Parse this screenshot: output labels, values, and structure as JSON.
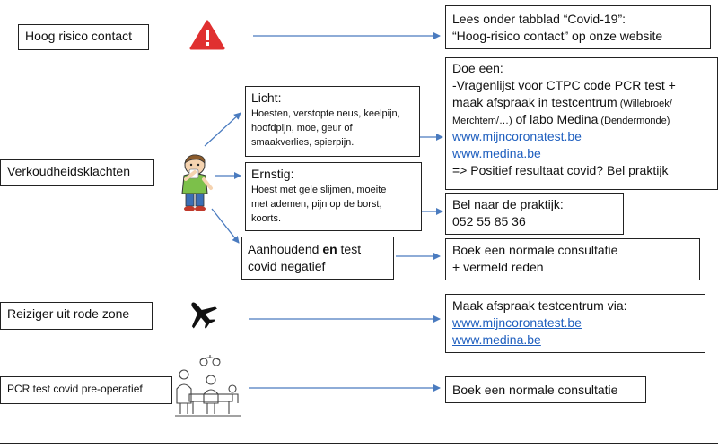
{
  "left": {
    "hoog_risico": "Hoog risico contact",
    "verkoudheid": "Verkoudheidsklachten",
    "reiziger": "Reiziger uit rode zone",
    "pcr": "PCR test covid pre-operatief"
  },
  "middle": {
    "licht": {
      "title": "Licht:",
      "lines": [
        "Hoesten, verstopte neus, keelpijn,",
        "hoofdpijn, moe, geur of",
        "smaakverlies, spierpijn."
      ]
    },
    "ernstig": {
      "title": "Ernstig:",
      "lines": [
        "Hoest met gele slijmen, moeite",
        "met ademen, pijn op de borst,",
        "koorts."
      ]
    },
    "aanhoudend": {
      "part1": "Aanhoudend ",
      "bold": "en",
      "part2": " test",
      "line2": "covid negatief"
    }
  },
  "right": {
    "covid19": {
      "line1": "Lees onder tabblad “Covid-19”:",
      "line2": "“Hoog-risico contact” op onze website"
    },
    "doe_een": {
      "line1": "Doe een:",
      "line2": "-Vragenlijst voor CTPC code PCR test +",
      "line3_main": "maak afspraak in testcentrum",
      "line3_small": " (Willebroek/",
      "line4_small": "Merchtem/…)",
      "line4_main": " of labo Medina",
      "line4_small2": " (Dendermonde)",
      "link1": "www.mijncoronatest.be",
      "link2": "www.medina.be",
      "line7": "=> Positief resultaat covid? Bel praktijk"
    },
    "bel": {
      "line1": "Bel naar de praktijk:",
      "line2": "052 55 85 36"
    },
    "boek1": {
      "line1": "Boek een normale consultatie",
      "line2": "+ vermeld reden"
    },
    "afspraak": {
      "line1": "Maak afspraak testcentrum via:",
      "link1": "www.mijncoronatest.be",
      "link2": "www.medina.be"
    },
    "boek2": {
      "line1": "Boek een normale consultatie"
    }
  },
  "colors": {
    "arrow": "#4a7bbf",
    "warning": "#e03030",
    "link": "#1f5fbf"
  },
  "icons": [
    "warning-icon",
    "sick-child-icon",
    "airplane-icon",
    "surgery-icon"
  ]
}
